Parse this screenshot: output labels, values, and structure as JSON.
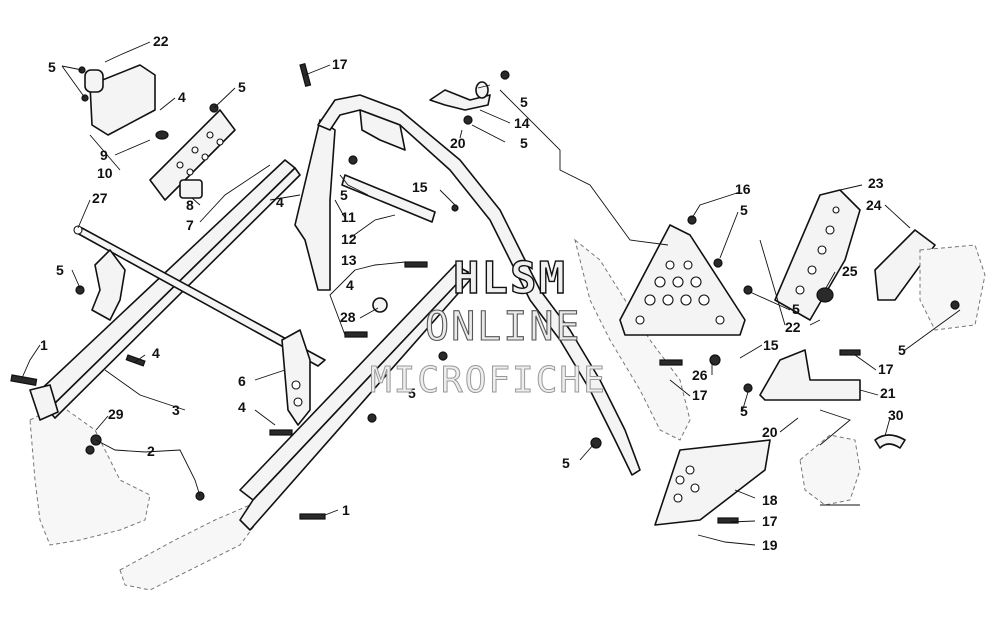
{
  "watermark": {
    "line1": "HLSM",
    "line2": "ONLINE",
    "line3": "MICROFICHE"
  },
  "callouts": {
    "c22a": "22",
    "c5a": "5",
    "c4a": "4",
    "c5b": "5",
    "c9": "9",
    "c10": "10",
    "c27": "27",
    "c8": "8",
    "c7": "7",
    "c4b": "4",
    "c5c": "5",
    "c1a": "1",
    "c4c": "4",
    "c6": "6",
    "c3": "3",
    "c4d": "4",
    "c29": "29",
    "c2": "2",
    "c1b": "1",
    "c17a": "17",
    "c11": "11",
    "c5d": "5",
    "c12": "12",
    "c13": "13",
    "c15a": "15",
    "c4e": "4",
    "c28": "28",
    "c5e": "5",
    "c5f": "5",
    "c14": "14",
    "c20a": "20",
    "c5g": "5",
    "c16": "16",
    "c5h": "5",
    "c23": "23",
    "c24": "24",
    "c25": "25",
    "c5i": "5",
    "c22b": "22",
    "c15b": "15",
    "c26": "26",
    "c17b": "17",
    "c17c": "17",
    "c5j": "5",
    "c21": "21",
    "c20b": "20",
    "c30": "30",
    "c5k": "5",
    "c5l": "5",
    "c18": "18",
    "c17d": "17",
    "c19": "19"
  }
}
